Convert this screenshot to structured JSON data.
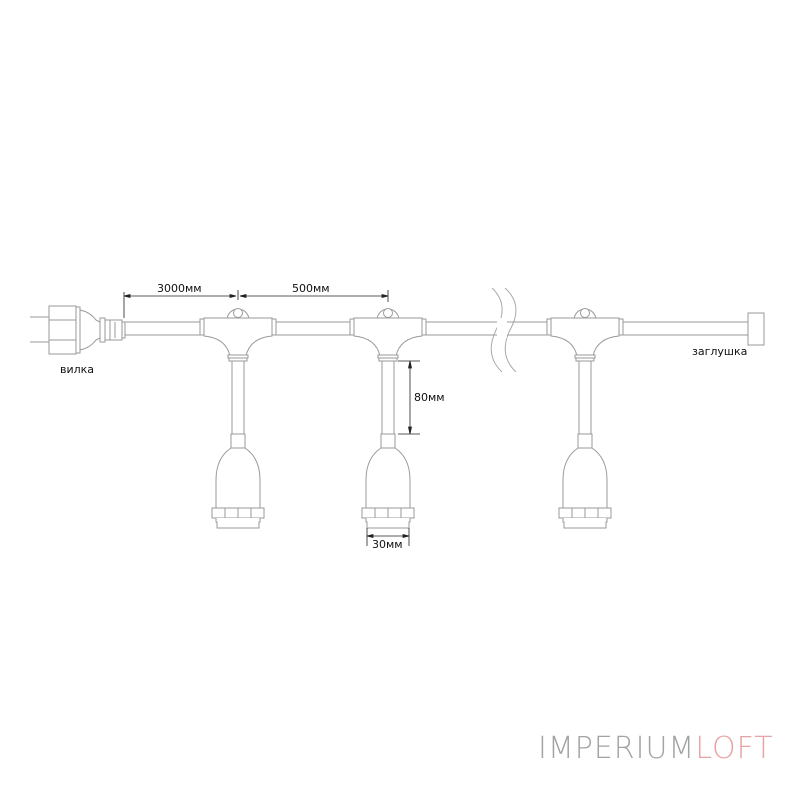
{
  "diagram": {
    "type": "festoon string light technical drawing",
    "labels": {
      "plug": "вилка",
      "end_cap": "заглушка",
      "lead_length": "3000мм",
      "spacing": "500мм",
      "drop_length": "80мм",
      "socket_diameter": "30мм"
    },
    "components": [
      "plug",
      "cable",
      "t-junction",
      "t-junction",
      "t-junction",
      "lamp-socket",
      "lamp-socket",
      "lamp-socket",
      "end-cap",
      "break-symbol"
    ]
  },
  "brand": {
    "part1": "IMPERIUM",
    "part2": "LOFT",
    "color1": "#a3a3a3",
    "color2": "#e8a4a4"
  },
  "colors": {
    "line": "#9a9a9a",
    "dimension": "#222222",
    "background": "#ffffff"
  }
}
